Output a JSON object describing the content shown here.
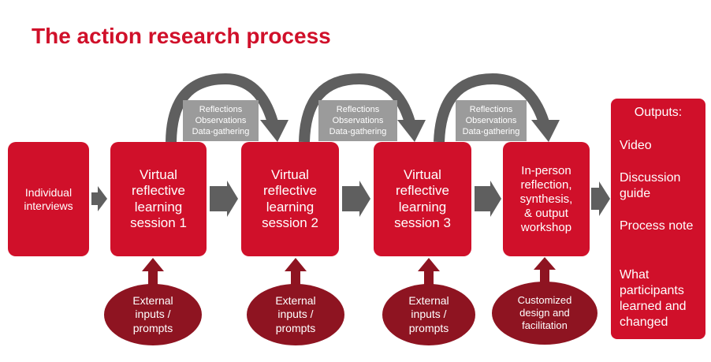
{
  "title": "The action research process",
  "boxes": {
    "interviews": "Individual\ninterviews",
    "session1": "Virtual\nreflective\nlearning\nsession 1",
    "session2": "Virtual\nreflective\nlearning\nsession 2",
    "session3": "Virtual\nreflective\nlearning\nsession 3",
    "workshop": "In-person\nreflection,\nsynthesis,\n&  output\nworkshop"
  },
  "reflections": {
    "label1": "Reflections\nObservations\nData-gathering",
    "label2": "Reflections\nObservations\nData-gathering",
    "label3": "Reflections\nObservations\nData-gathering"
  },
  "inputs": {
    "input1": "External\ninputs /\nprompts",
    "input2": "External\ninputs /\nprompts",
    "input3": "External\ninputs /\nprompts",
    "input4": "Customized\ndesign and\nfacilitation"
  },
  "outputs": {
    "heading": "Outputs:",
    "items": [
      "Video",
      "Discussion guide",
      "Process note",
      "What participants learned and changed"
    ]
  },
  "colors": {
    "red": "#d0102a",
    "dark_red": "#8e1421",
    "gray_box": "#9b9b9b",
    "arrow_gray": "#5f5f5f"
  }
}
